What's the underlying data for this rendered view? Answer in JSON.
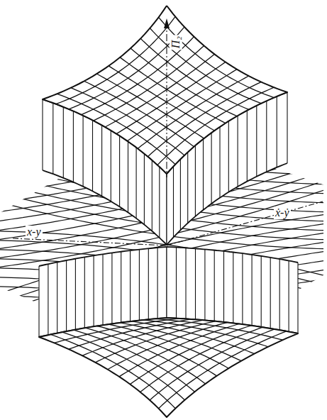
{
  "diagram": {
    "labels": [
      "Π₂",
      "x-y",
      "ẋ-ẏ"
    ]
  }
}
